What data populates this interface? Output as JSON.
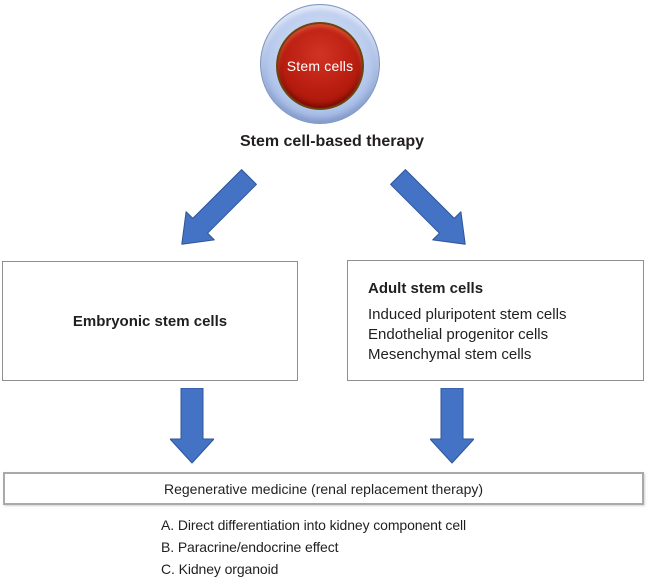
{
  "figure": {
    "badge": {
      "label": "Stem cells"
    },
    "title": "Stem cell-based therapy",
    "embryonic_box": {
      "title": "Embryonic stem cells"
    },
    "adult_box": {
      "title": "Adult stem cells",
      "items": [
        "Induced pluripotent stem cells",
        "Endothelial progenitor cells",
        "Mesenchymal stem cells"
      ]
    },
    "outcome_box": {
      "title": "Regenerative medicine (renal replacement therapy)"
    },
    "mechanisms": [
      "A. Direct differentiation into kidney component cell",
      "B. Paracrine/endocrine effect",
      "C. Kidney organoid"
    ],
    "colors": {
      "arrow_fill": "#4472C4",
      "arrow_stroke": "#2F5597",
      "ring_blue": "#A9C0E6",
      "core_red": "#B2190E",
      "box_border": "#8F8F8F"
    }
  }
}
